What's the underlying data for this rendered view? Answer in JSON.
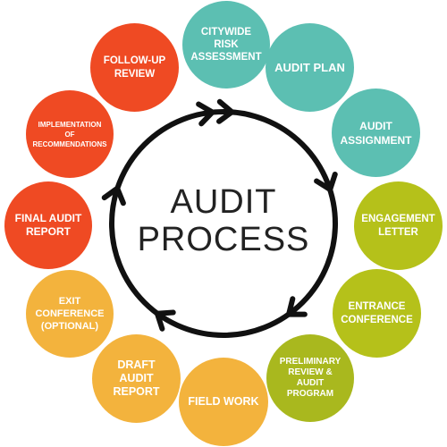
{
  "center": {
    "line1": "AUDIT",
    "line2": "PROCESS"
  },
  "steps": [
    {
      "label": "CITYWIDE RISK ASSESSMENT",
      "color": "#5cbfb2"
    },
    {
      "label": "AUDIT PLAN",
      "color": "#5cbfb2"
    },
    {
      "label": "AUDIT ASSIGNMENT",
      "color": "#5cbfb2"
    },
    {
      "label": "ENGAGEMENT LETTER",
      "color": "#b5c11a"
    },
    {
      "label": "ENTRANCE CONFERENCE",
      "color": "#b5c11a"
    },
    {
      "label": "PRELIMINARY REVIEW & AUDIT PROGRAM",
      "color": "#a9b81e"
    },
    {
      "label": "FIELD WORK",
      "color": "#f3b33d"
    },
    {
      "label": "DRAFT AUDIT REPORT",
      "color": "#f3b33d"
    },
    {
      "label": "EXIT CONFERENCE (OPTIONAL)",
      "color": "#f3b33d"
    },
    {
      "label": "FINAL AUDIT REPORT",
      "color": "#ef4a23"
    },
    {
      "label": "IMPLEMENTATION OF RECOMMENDATIONS",
      "color": "#ef4a23"
    },
    {
      "label": "FOLLOW-UP REVIEW",
      "color": "#ef4a23"
    }
  ],
  "cycle": {
    "stroke_color": "#111111",
    "direction": "clockwise",
    "arrow_icon": "chevron-arrow-icon"
  }
}
